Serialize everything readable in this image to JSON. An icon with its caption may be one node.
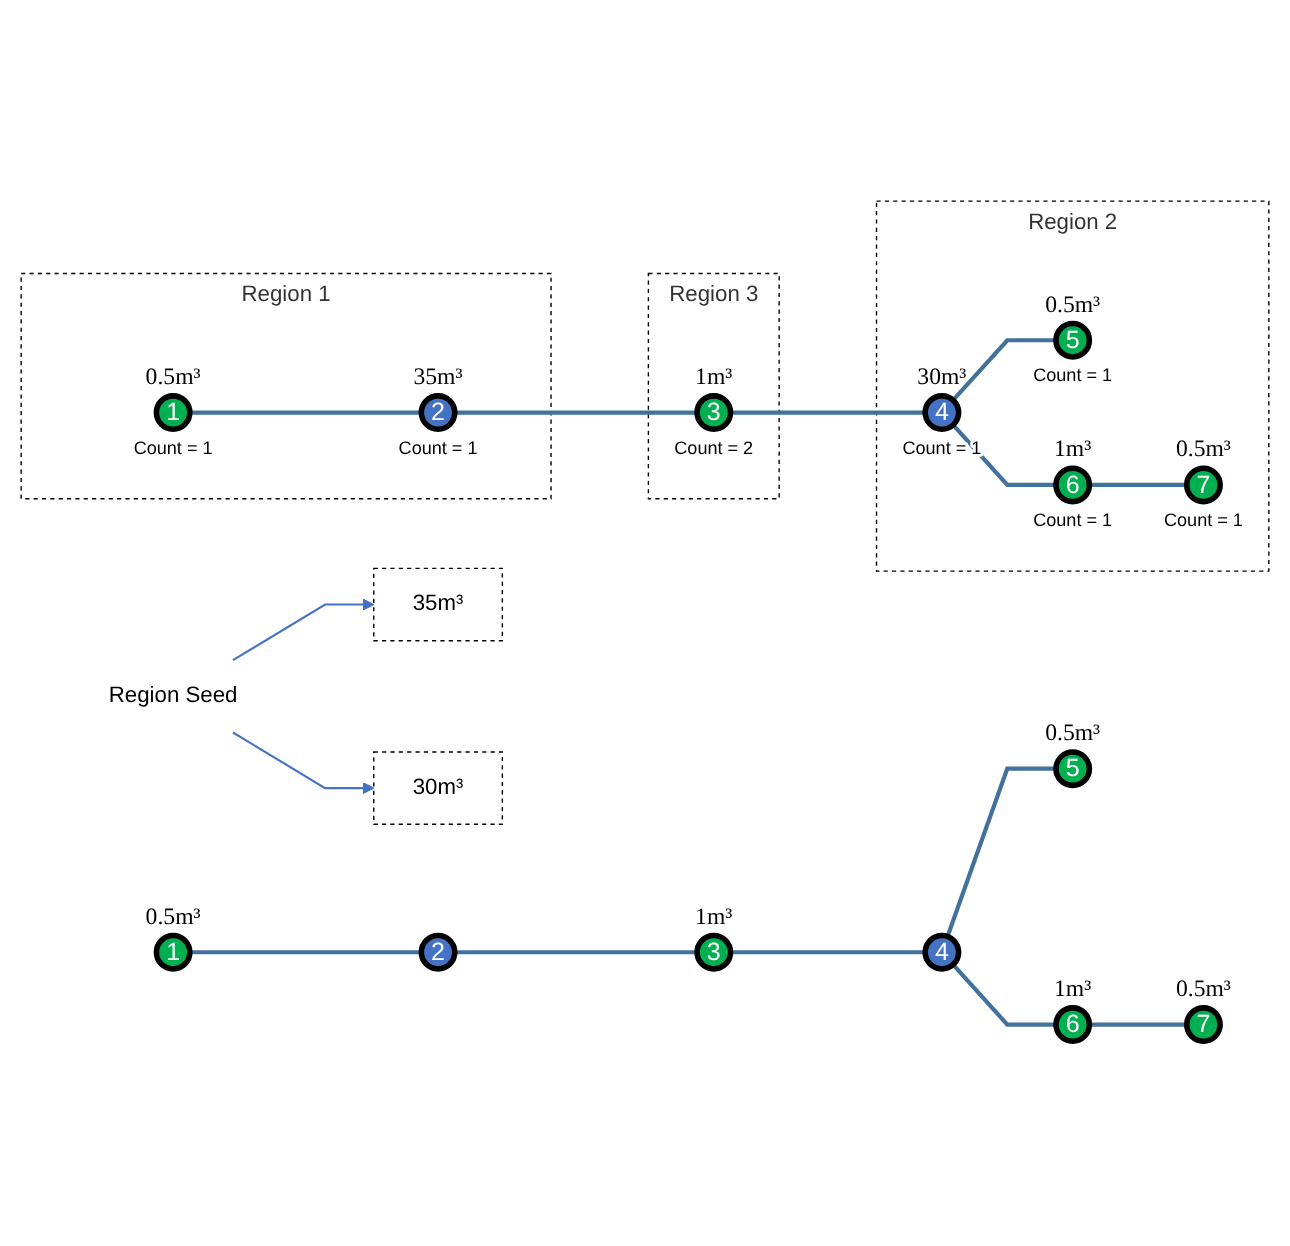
{
  "diagram": {
    "nodes": [
      {
        "text": [
          "Region Seed"
        ]
      },
      {
        "text": [
          "35m³"
        ]
      },
      {
        "text": [
          "30m³"
        ]
      },
      {
        "text": [
          "1"
        ],
        "beside": [
          "0.5m³"
        ]
      },
      {
        "text": [
          "2"
        ]
      },
      {
        "text": [
          "3"
        ],
        "beside": [
          "1m³"
        ]
      },
      {
        "text": [
          "4"
        ]
      },
      {
        "text": [
          "5"
        ],
        "beside": [
          "0.5m³"
        ]
      },
      {
        "text": [
          "6"
        ],
        "beside": [
          "1m³"
        ]
      },
      {
        "text": [
          "7"
        ],
        "beside": [
          "0.5m³"
        ]
      },
      {
        "text": [
          "Region 1"
        ]
      },
      {
        "text": [
          "1"
        ],
        "in": 10,
        "beside": [
          "0.5m³",
          "Count = 1"
        ]
      },
      {
        "text": [
          "2"
        ],
        "in": 10,
        "beside": [
          "35m³",
          "Count = 1"
        ]
      },
      {
        "text": [
          "Region 3"
        ]
      },
      {
        "text": [
          "3"
        ],
        "in": 13,
        "beside": [
          "1m³",
          "Count = 2"
        ]
      },
      {
        "text": [
          "Region 2"
        ]
      },
      {
        "text": [
          "4"
        ],
        "in": 15,
        "beside": [
          "30m³",
          "Count = 1"
        ]
      },
      {
        "text": [
          "5"
        ],
        "in": 15,
        "beside": [
          "0.5m³",
          "Count = 1"
        ]
      },
      {
        "text": [
          "6"
        ],
        "in": 15,
        "beside": [
          "1m³",
          "Count = 1"
        ]
      },
      {
        "text": [
          "7"
        ],
        "in": 15,
        "beside": [
          "0.5m³",
          "Count = 1"
        ]
      }
    ],
    "edges": [
      {
        "from": 0,
        "to": 1,
        "arrow": "to"
      },
      {
        "from": 0,
        "to": 2,
        "arrow": "to"
      },
      {
        "from": 3,
        "to": 4,
        "arrow": "none"
      },
      {
        "from": 4,
        "to": 5,
        "arrow": "none"
      },
      {
        "from": 5,
        "to": 6,
        "arrow": "none"
      },
      {
        "from": 6,
        "to": 7,
        "arrow": "none"
      },
      {
        "from": 6,
        "to": 8,
        "arrow": "none"
      },
      {
        "from": 8,
        "to": 9,
        "arrow": "none"
      },
      {
        "from": 11,
        "to": 12,
        "arrow": "none"
      },
      {
        "from": 12,
        "to": 14,
        "arrow": "none"
      },
      {
        "from": 14,
        "to": 16,
        "arrow": "none"
      },
      {
        "from": 16,
        "to": 17,
        "arrow": "none"
      },
      {
        "from": 16,
        "to": 18,
        "arrow": "none"
      },
      {
        "from": 18,
        "to": 19,
        "arrow": "none"
      }
    ]
  }
}
